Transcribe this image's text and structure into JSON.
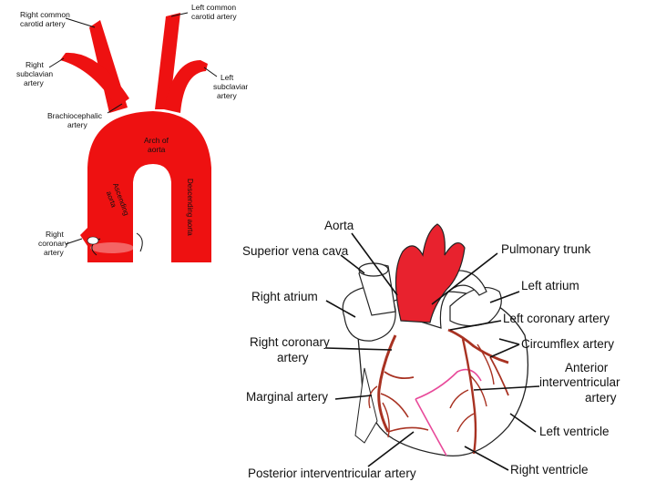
{
  "aorta_diagram": {
    "labels": {
      "right_common_carotid": [
        "Right common",
        "carotid artery"
      ],
      "left_common_carotid": [
        "Left common",
        "carotid artery"
      ],
      "right_subclavian": [
        "Right",
        "subclavian",
        "artery"
      ],
      "left_subclavian": [
        "Left",
        "subclavian",
        "artery"
      ],
      "brachiocephalic": [
        "Brachiocephalic",
        "artery"
      ],
      "arch_of_aorta": [
        "Arch of",
        "aorta"
      ],
      "ascending_aorta": [
        "Ascending",
        "aorta"
      ],
      "descending_aorta": "Descending aorta",
      "right_coronary": [
        "Right",
        "coronary",
        "artery"
      ]
    },
    "colors": {
      "artery": "#ee1111"
    }
  },
  "heart_diagram": {
    "labels": {
      "aorta": "Aorta",
      "superior_vena_cava": "Superior vena cava",
      "pulmonary_trunk": "Pulmonary trunk",
      "left_atrium": "Left atrium",
      "right_atrium": "Right atrium",
      "left_coronary_artery": "Left coronary artery",
      "right_coronary_artery": [
        "Right coronary",
        "artery"
      ],
      "circumflex_artery": "Circumflex artery",
      "anterior_interventricular_artery": [
        "Anterior",
        "interventricular",
        "artery"
      ],
      "marginal_artery": "Marginal artery",
      "left_ventricle": "Left ventricle",
      "posterior_interventricular_artery": "Posterior interventricular artery",
      "right_ventricle": "Right ventricle"
    },
    "colors": {
      "artery": "#e8222e",
      "coronary": "#a83222",
      "septum_line": "#e84a9a",
      "outline": "#222222"
    }
  }
}
